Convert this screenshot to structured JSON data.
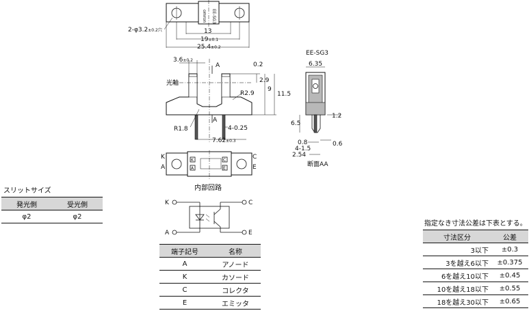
{
  "labels": {
    "model": "EE-SG3",
    "optical_axis": "光軸",
    "section": "断面AA",
    "internal_circuit": "内部回路",
    "brand": "omron",
    "section_mark": "A"
  },
  "dims": {
    "hole": "2-φ3.2",
    "hole_tol": "±0.2",
    "hole_suffix": "穴",
    "d13": "13",
    "d19": "19",
    "d19_tol": "±0.1",
    "d25": "25.4",
    "d25_tol": "±0.2",
    "d36": "3.6",
    "d36_tol": "±0.2",
    "d02": "0.2",
    "d29": "2.9",
    "d9": "9",
    "d115": "11.5",
    "r29": "R2.9",
    "r18": "R1.8",
    "d4_025": "4-0.25",
    "d762": "7.62",
    "d762_tol": "±0.3",
    "d635": "6.35",
    "d65": "6.5",
    "d12": "1.2",
    "d08": "0.8",
    "d06": "0.6",
    "d4_15": "4-1.5",
    "d254": "2.54"
  },
  "pins": {
    "K": "K",
    "A": "A",
    "C": "C",
    "E": "E"
  },
  "slit_table": {
    "title": "スリットサイズ",
    "headers": [
      "発光側",
      "受光側"
    ],
    "rows": [
      [
        "φ2",
        "φ2"
      ]
    ]
  },
  "terminal_table": {
    "headers": [
      "端子記号",
      "名称"
    ],
    "rows": [
      [
        "A",
        "アノード"
      ],
      [
        "K",
        "カソード"
      ],
      [
        "C",
        "コレクタ"
      ],
      [
        "E",
        "エミッタ"
      ]
    ]
  },
  "tolerance_table": {
    "title": "指定なき寸法公差は下表とする。",
    "headers": [
      "寸法区分",
      "公差"
    ],
    "rows": [
      [
        "3以下",
        "±0.3"
      ],
      [
        "3を越え6以下",
        "±0.375"
      ],
      [
        "6を越え10以下",
        "±0.45"
      ],
      [
        "10を越え18以下",
        "±0.55"
      ],
      [
        "18を越え30以下",
        "±0.65"
      ]
    ]
  }
}
